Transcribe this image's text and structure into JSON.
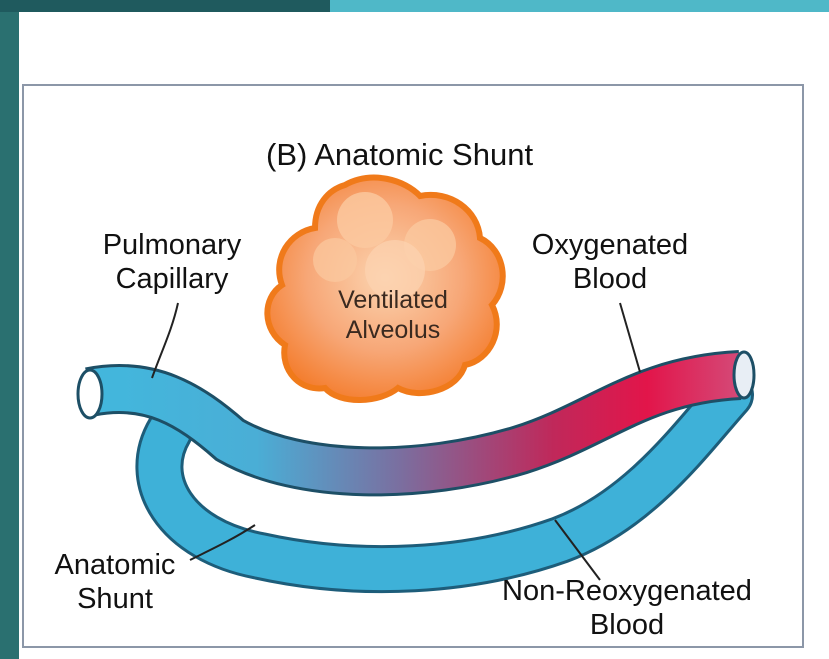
{
  "diagram": {
    "title": "(B) Anatomic Shunt",
    "labels": {
      "pulmonary_capillary": [
        "Pulmonary",
        "Capillary"
      ],
      "ventilated_alveolus": [
        "Ventilated",
        "Alveolus"
      ],
      "oxygenated_blood": [
        "Oxygenated",
        "Blood"
      ],
      "anatomic_shunt": [
        "Anatomic",
        "Shunt"
      ],
      "non_reoxygenated_blood": [
        "Non-Reoxygenated",
        "Blood"
      ]
    }
  },
  "colors": {
    "left_bar": "#2a7070",
    "top_band_dark": "#1f5a5e",
    "top_band_light": "#4fb8c8",
    "deoxygenated_vessel": "#3eb1d8",
    "oxygenated_vessel": "#d81b4f",
    "alveolus_outer": "#f58a1f",
    "alveolus_inner": "#f9b98a",
    "panel_border": "#8c97a8"
  }
}
